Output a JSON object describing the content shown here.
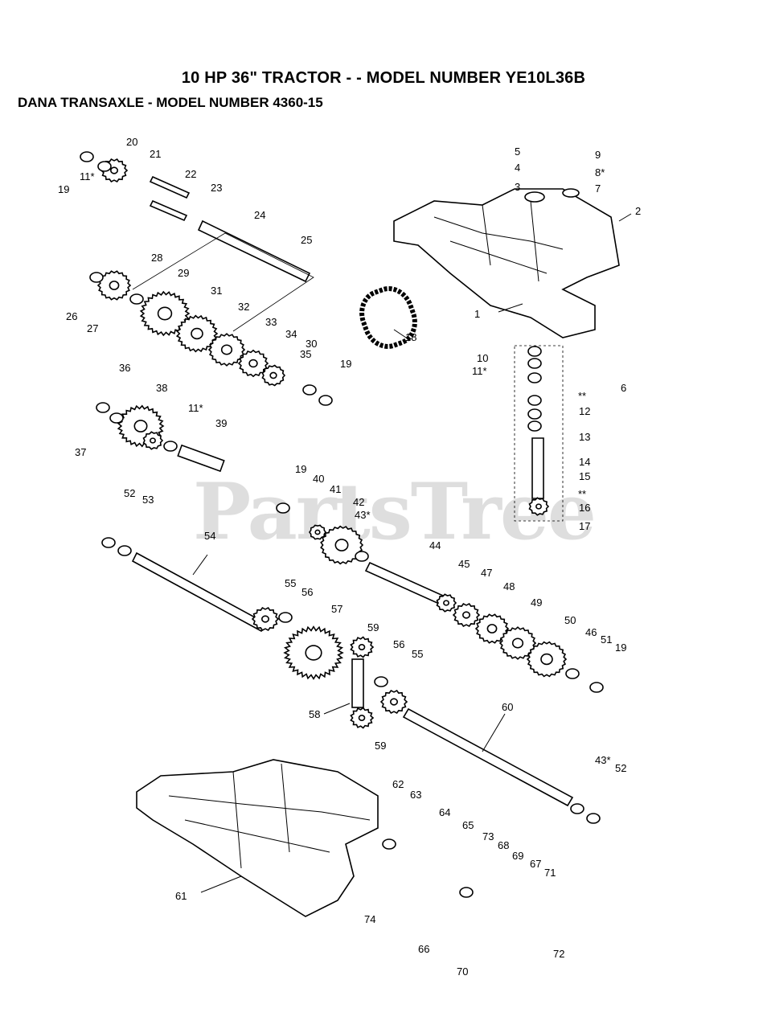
{
  "title": "10 HP 36\" TRACTOR - - MODEL NUMBER YE10L36B",
  "subtitle": "DANA  TRANSAXLE - MODEL NUMBER 4360-15",
  "watermark": "PartsTree",
  "callouts": [
    "1",
    "2",
    "3",
    "4",
    "5",
    "6",
    "7",
    "8*",
    "9",
    "10",
    "11*",
    "12",
    "13",
    "14",
    "15",
    "16",
    "17",
    "18",
    "19",
    "20",
    "21",
    "22",
    "23",
    "24",
    "25",
    "26",
    "27",
    "28",
    "29",
    "30",
    "31",
    "32",
    "33",
    "34",
    "35",
    "36",
    "37",
    "38",
    "39",
    "40",
    "41",
    "42",
    "43*",
    "44",
    "45",
    "46",
    "47",
    "48",
    "49",
    "50",
    "51",
    "52",
    "53",
    "54",
    "55",
    "56",
    "57",
    "58",
    "59",
    "60",
    "61",
    "62",
    "63",
    "64",
    "65",
    "66",
    "67",
    "68",
    "69",
    "70",
    "71",
    "72",
    "73",
    "74",
    "**"
  ]
}
